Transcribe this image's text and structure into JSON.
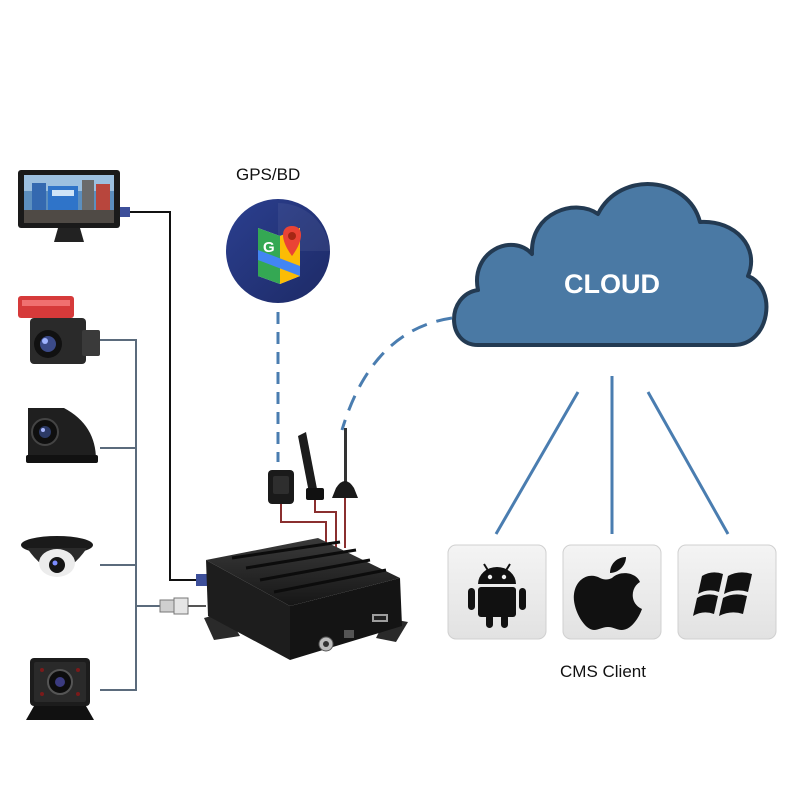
{
  "labels": {
    "gps": "GPS/BD",
    "cloud": "CLOUD",
    "cms_client": "CMS Client"
  },
  "cameras": [
    "monitor",
    "ahd-camera",
    "side-camera",
    "dome-camera",
    "front-camera"
  ],
  "clients": [
    {
      "name": "android",
      "icon": "android-icon"
    },
    {
      "name": "apple",
      "icon": "apple-icon"
    },
    {
      "name": "windows",
      "icon": "windows-icon"
    }
  ],
  "colors": {
    "cloud_fill": "#4a79a4",
    "cloud_outline": "#233a52",
    "link_blue": "#4a7db0",
    "camera_bus": "#5b6b7c",
    "power_wire": "#8a2f2f",
    "device_body": "#1a1a1a",
    "tile_bg": "#ececec"
  }
}
